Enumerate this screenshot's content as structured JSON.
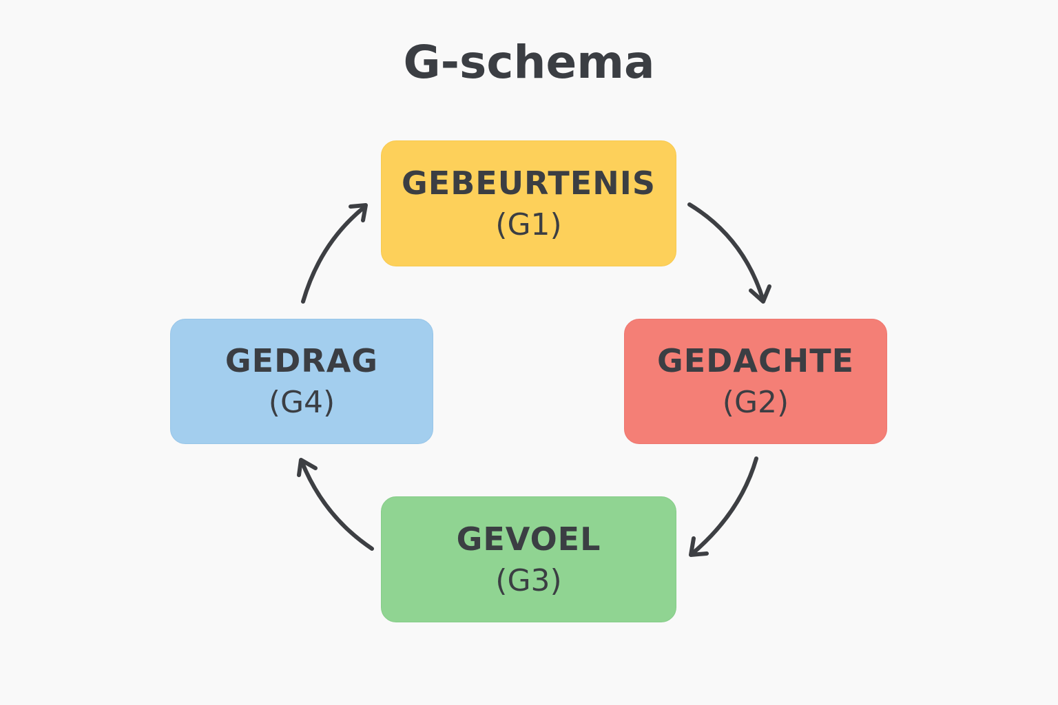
{
  "title": "G-schema",
  "colors": {
    "text": "#3b3e43",
    "arrow": "#3d3f43"
  },
  "boxes": [
    {
      "name": "GEBEURTENIS",
      "code": "(G1)",
      "color": "#fdd05a",
      "border": "#f7c94f"
    },
    {
      "name": "GEDACHTE",
      "code": "(G2)",
      "color": "#f47f76",
      "border": "#ee7770"
    },
    {
      "name": "GEVOEL",
      "code": "(G3)",
      "color": "#90d492",
      "border": "#85cc88"
    },
    {
      "name": "GEDRAG",
      "code": "(G4)",
      "color": "#a3ceee",
      "border": "#97c5e8"
    }
  ],
  "arrows": [
    {
      "from": "G1",
      "to": "G2"
    },
    {
      "from": "G2",
      "to": "G3"
    },
    {
      "from": "G3",
      "to": "G4"
    },
    {
      "from": "G4",
      "to": "G1"
    }
  ]
}
